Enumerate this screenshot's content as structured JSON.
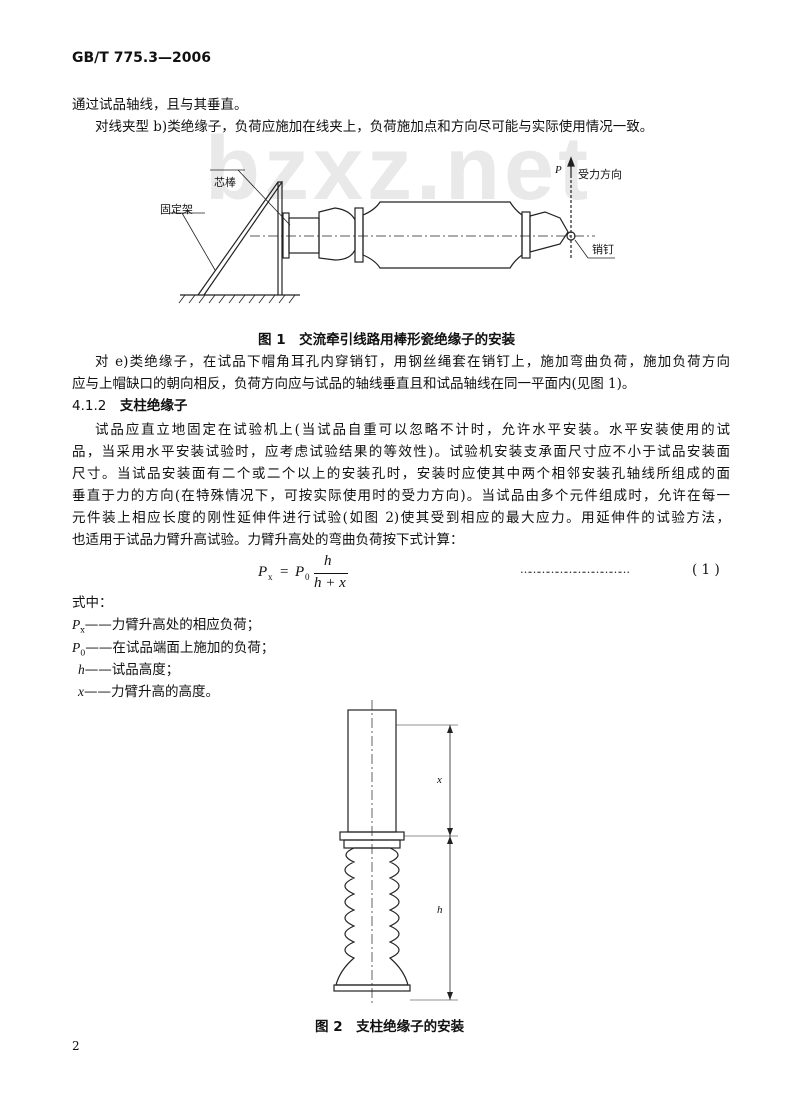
{
  "header": {
    "std_number": "GB/T 775.3—2006"
  },
  "watermark": "bzxz.net",
  "paras": {
    "p1": "通过试品轴线，且与其垂直。",
    "p2": "对线夹型 b)类绝缘子，负荷应施加在线夹上，负荷施加点和方向尽可能与实际使用情况一致。",
    "p3": [
      "对 e)类绝缘子，在试品下帽角耳孔内穿销钉，用钢丝绳套在销钉上，施加弯曲负荷，施加负荷方向",
      "应与上帽缺口的朝向相反，负荷方向应与试品的轴线垂直且和试品轴线在同一平面内(见图 1)。"
    ],
    "p4": [
      "试品应直立地固定在试验机上(当试品自重可以忽略不计时，允许水平安装。水平安装使用的试",
      "品，当采用水平安装试验时，应考虑试验结果的等效性)。试验机安装支承面尺寸应不小于试品安装面",
      "尺寸。当试品安装面有二个或二个以上的安装孔时，安装时应使其中两个相邻安装孔轴线所组成的面",
      "垂直于力的方向(在特殊情况下，可按实际使用时的受力方向)。当试品由多个元件组成时，允许在每一",
      "元件装上相应长度的刚性延伸件进行试验(如图 2)使其受到相应的最大应力。用延伸件的试验方法，",
      "也适用于试品力臂升高试验。力臂升高处的弯曲负荷按下式计算："
    ]
  },
  "section": {
    "number": "4.1.2",
    "title": "支柱绝缘子"
  },
  "formula": {
    "lhs": "P",
    "lhs_sub": "x",
    "eq": "=",
    "p0": "P",
    "p0_sub": "0",
    "num": "h",
    "den": "h + x",
    "dots": "………………………………",
    "label": "( 1 )"
  },
  "where": {
    "intro": "式中：",
    "items": [
      {
        "sym": "P",
        "sub": "x",
        "desc": "——力臂升高处的相应负荷；"
      },
      {
        "sym": "P",
        "sub": "0",
        "desc": "——在试品端面上施加的负荷；"
      },
      {
        "sym": "h",
        "sub": "",
        "desc": "——试品高度；"
      },
      {
        "sym": "x",
        "sub": "",
        "desc": "——力臂升高的高度。"
      }
    ]
  },
  "fig1": {
    "caption": "图 1　交流牵引线路用棒形瓷绝缘子的安装",
    "label_rod": "芯棒",
    "label_frame": "固定架",
    "label_p": "P",
    "label_dir": "受力方向",
    "label_pin": "销钉"
  },
  "fig2": {
    "caption": "图 2　支柱绝缘子的安装",
    "label_x": "x",
    "label_h": "h"
  },
  "footer": {
    "page_number": "2"
  }
}
